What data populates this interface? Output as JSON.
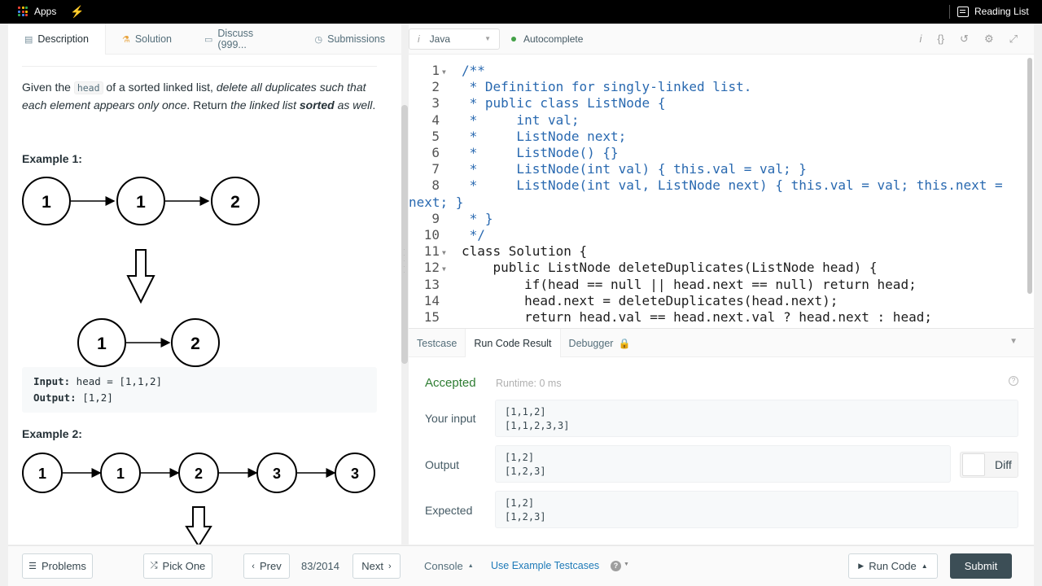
{
  "topbar": {
    "apps_label": "Apps",
    "reading_list_label": "Reading List"
  },
  "tabs": [
    {
      "label": "Description",
      "icon": "document-icon"
    },
    {
      "label": "Solution",
      "icon": "flask-icon"
    },
    {
      "label": "Discuss (999...",
      "icon": "comment-icon"
    },
    {
      "label": "Submissions",
      "icon": "clock-icon"
    }
  ],
  "description": {
    "p1": "Given the ",
    "code_head": "head",
    "p2": " of a sorted linked list, ",
    "p3_em": "delete all duplicates such that each element appears only once",
    "p4": ". Return ",
    "p5_em": "the linked list ",
    "p6_strong": "sorted",
    "p7_em": " as well",
    "p8": ".",
    "example1_title": "Example 1:",
    "example1_input_label": "Input:",
    "example1_input": " head = [1,1,2]",
    "example1_output_label": "Output:",
    "example1_output": " [1,2]",
    "example1_nodes_before": [
      "1",
      "1",
      "2"
    ],
    "example1_nodes_after": [
      "1",
      "2"
    ],
    "example2_title": "Example 2:",
    "example2_nodes_before": [
      "1",
      "1",
      "2",
      "3",
      "3"
    ]
  },
  "editor": {
    "language": "Java",
    "autocomplete_label": "Autocomplete",
    "line_numbers": [
      "1",
      "2",
      "3",
      "4",
      "5",
      "6",
      "7",
      "8",
      "",
      "9",
      "10",
      "11",
      "12",
      "13",
      "14",
      "15"
    ],
    "lines": [
      "/**",
      " * Definition for singly-linked list.",
      " * public class ListNode {",
      " *     int val;",
      " *     ListNode next;",
      " *     ListNode() {}",
      " *     ListNode(int val) { this.val = val; }",
      " *     ListNode(int val, ListNode next) { this.val = val; this.next =",
      "next; }",
      " * }",
      " */",
      "class Solution {",
      "    public ListNode deleteDuplicates(ListNode head) {",
      "        if(head == null || head.next == null) return head;",
      "        head.next = deleteDuplicates(head.next);",
      "        return head.val == head.next.val ? head.next : head;"
    ]
  },
  "result": {
    "tabs": [
      "Testcase",
      "Run Code Result",
      "Debugger"
    ],
    "status": "Accepted",
    "runtime": "Runtime: 0 ms",
    "your_input_label": "Your input",
    "your_input": "[1,1,2]\n[1,1,2,3,3]",
    "output_label": "Output",
    "output": "[1,2]\n[1,2,3]",
    "expected_label": "Expected",
    "expected": "[1,2]\n[1,2,3]",
    "diff_label": "Diff"
  },
  "bottom": {
    "problems_label": "Problems",
    "pick_one_label": "Pick One",
    "prev_label": "Prev",
    "counter": "83/2014",
    "next_label": "Next",
    "console_label": "Console",
    "example_testcases_label": "Use Example Testcases",
    "run_code_label": "Run Code",
    "submit_label": "Submit"
  },
  "colors": {
    "accepted": "#2e7d32",
    "submit_bg": "#3c4e56",
    "link": "#1e7ab8"
  }
}
